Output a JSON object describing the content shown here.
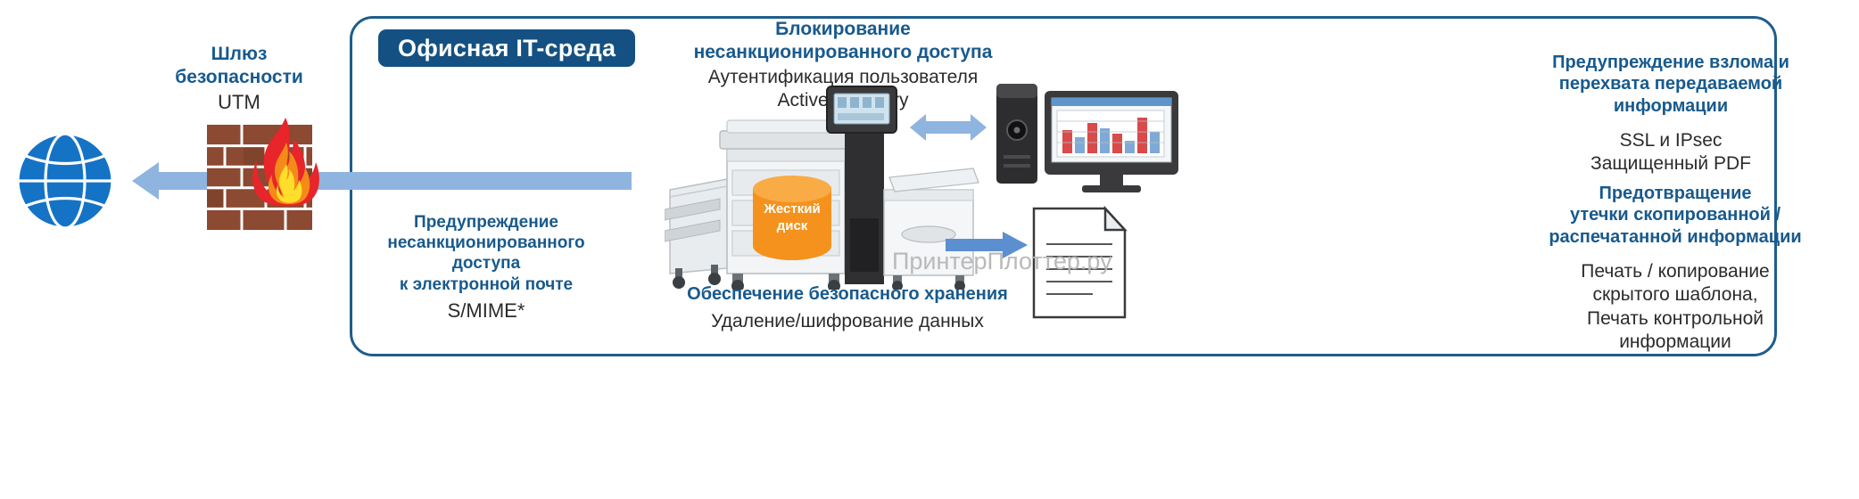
{
  "diagram": {
    "title_badge": "Офисная IT-среда",
    "watermark": "ПринтерПлоттер.ру"
  },
  "gateway": {
    "heading_line1": "Шлюз",
    "heading_line2": "безопасности",
    "subtitle": "UTM",
    "icons": {
      "globe": "globe-icon",
      "firewall": "brick-wall-icon",
      "flame": "flame-icon",
      "flow_arrow": "left-right-flow-arrow"
    }
  },
  "blocks": {
    "email": {
      "heading": [
        "Предупреждение",
        "несанкционированного доступа",
        "к электронной почте"
      ],
      "subtitle": [
        "S/MIME*"
      ]
    },
    "auth": {
      "heading": [
        "Блокирование",
        "несанкционированного доступа"
      ],
      "subtitle": [
        "Аутентификация пользователя",
        "Active Directory"
      ]
    },
    "storage": {
      "heading": [
        "Обеспечение безопасного хранения"
      ],
      "subtitle": [
        "Удаление/шифрование данных"
      ]
    },
    "network": {
      "heading": [
        "Предупреждение взлома и",
        "перехвата передаваемой",
        "информации"
      ],
      "subtitle": [
        "SSL и IPsec",
        "Защищенный  PDF"
      ]
    },
    "leak": {
      "heading": [
        "Предотвращение",
        "утечки скопированной /",
        "распечатанной информации"
      ],
      "subtitle": [
        "Печать / копирование",
        "скрытого шаблона,",
        "Печать контрольной",
        "информации"
      ]
    }
  },
  "devices": {
    "hdd_label_line1": "Жесткий",
    "hdd_label_line2": "диск",
    "mfp": "multifunction-printer-icon",
    "monitor": "desktop-computer-icon",
    "document": "printed-document-icon"
  },
  "colors": {
    "accent_blue": "#185a8d",
    "panel_border": "#1f5d8c",
    "badge_bg": "#145182",
    "arrow_blue": "#8fb4e0",
    "hdd_orange": "#f5921e",
    "globe_blue": "#1573c6",
    "brick": "#8a4b33",
    "flame_red": "#e8252a"
  }
}
